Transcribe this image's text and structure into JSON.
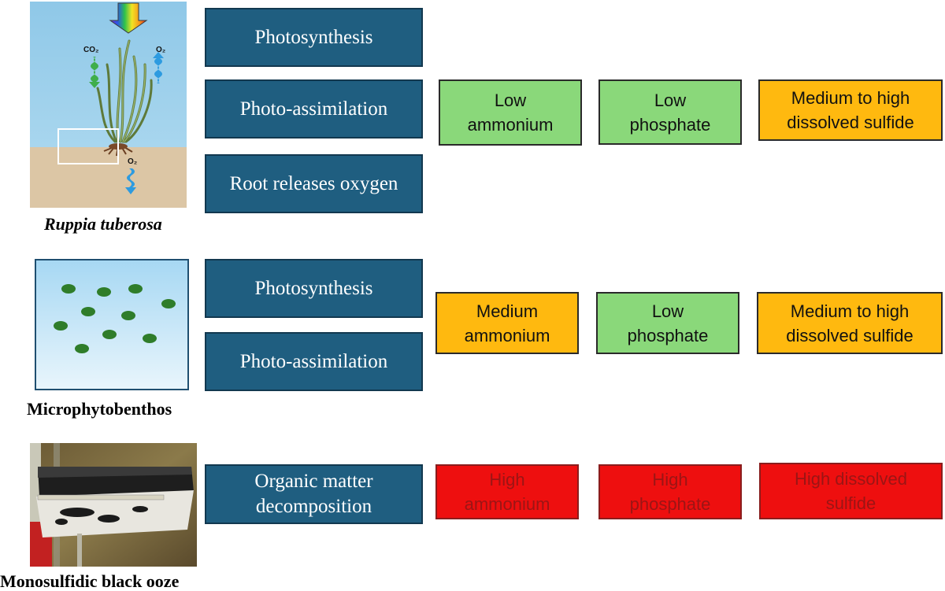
{
  "rows": [
    {
      "organism": "Ruppia tuberosa",
      "processes": [
        "Photosynthesis",
        "Photo-assimilation",
        "Root releases oxygen"
      ],
      "conditions": [
        {
          "label": "Low\nammonium",
          "level": "low",
          "color": "#8ad87a"
        },
        {
          "label": "Low\nphosphate",
          "level": "low",
          "color": "#8ad87a"
        },
        {
          "label": "Medium to high\ndissolved sulfide",
          "level": "medium",
          "color": "#ffb90f"
        }
      ],
      "illustration_labels": {
        "co2": "CO₂",
        "o2_top": "O₂",
        "o2_root": "O₂"
      }
    },
    {
      "organism": "Microphytobenthos",
      "processes": [
        "Photosynthesis",
        "Photo-assimilation"
      ],
      "conditions": [
        {
          "label": "Medium\nammonium",
          "level": "medium",
          "color": "#ffb90f"
        },
        {
          "label": "Low\nphosphate",
          "level": "low",
          "color": "#8ad87a"
        },
        {
          "label": "Medium to high\ndissolved sulfide",
          "level": "medium",
          "color": "#ffb90f"
        }
      ]
    },
    {
      "organism": "Monosulfidic black ooze",
      "processes": [
        "Organic matter\ndecomposition"
      ],
      "conditions": [
        {
          "label": "High\nammonium",
          "level": "high",
          "color": "#ee0f0f"
        },
        {
          "label": "High\nphosphate",
          "level": "high",
          "color": "#ee0f0f"
        },
        {
          "label": "High dissolved\nsulfide",
          "level": "high",
          "color": "#ee0f0f"
        }
      ]
    }
  ]
}
